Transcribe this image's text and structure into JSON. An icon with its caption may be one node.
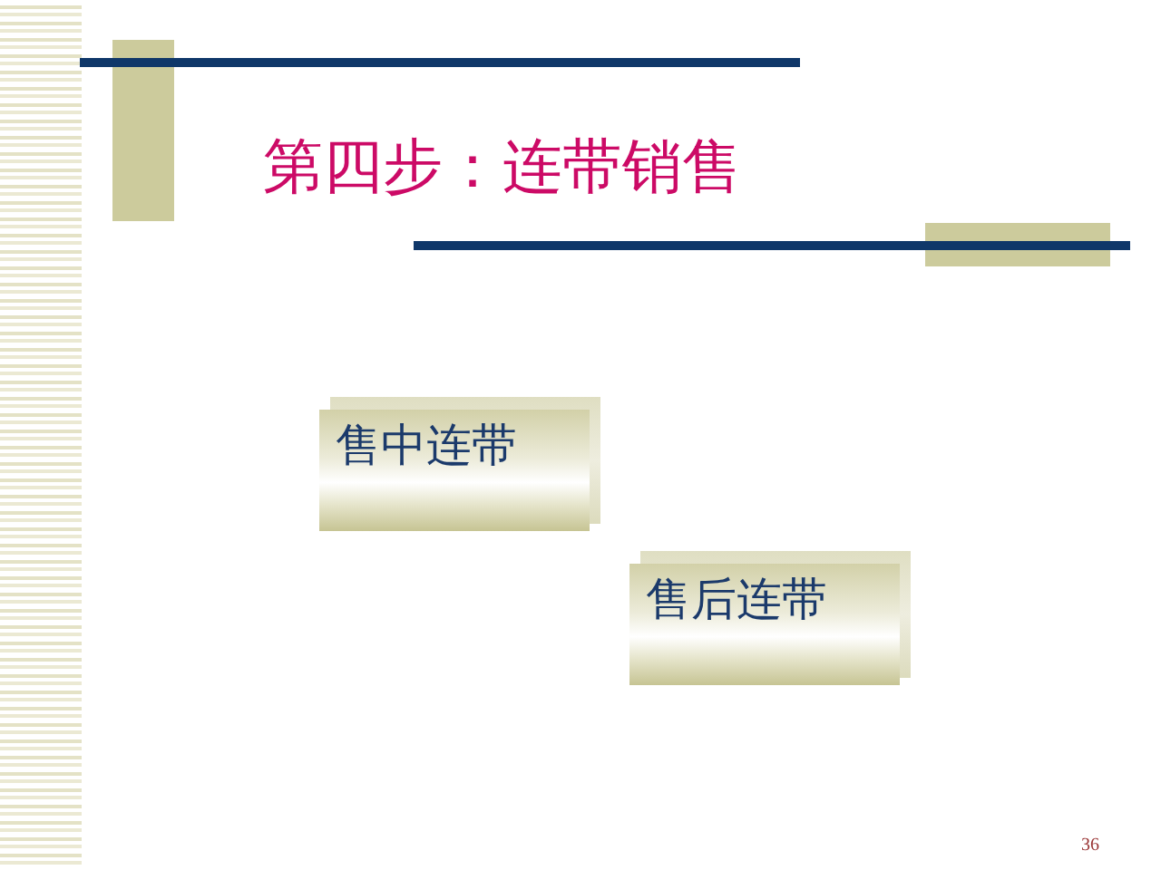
{
  "diagram": {
    "title": "第四步：连带销售",
    "nodes": [
      {
        "text": [
          "售中连带"
        ]
      },
      {
        "text": [
          "售后连带"
        ]
      }
    ],
    "labels": [
      "36"
    ]
  }
}
